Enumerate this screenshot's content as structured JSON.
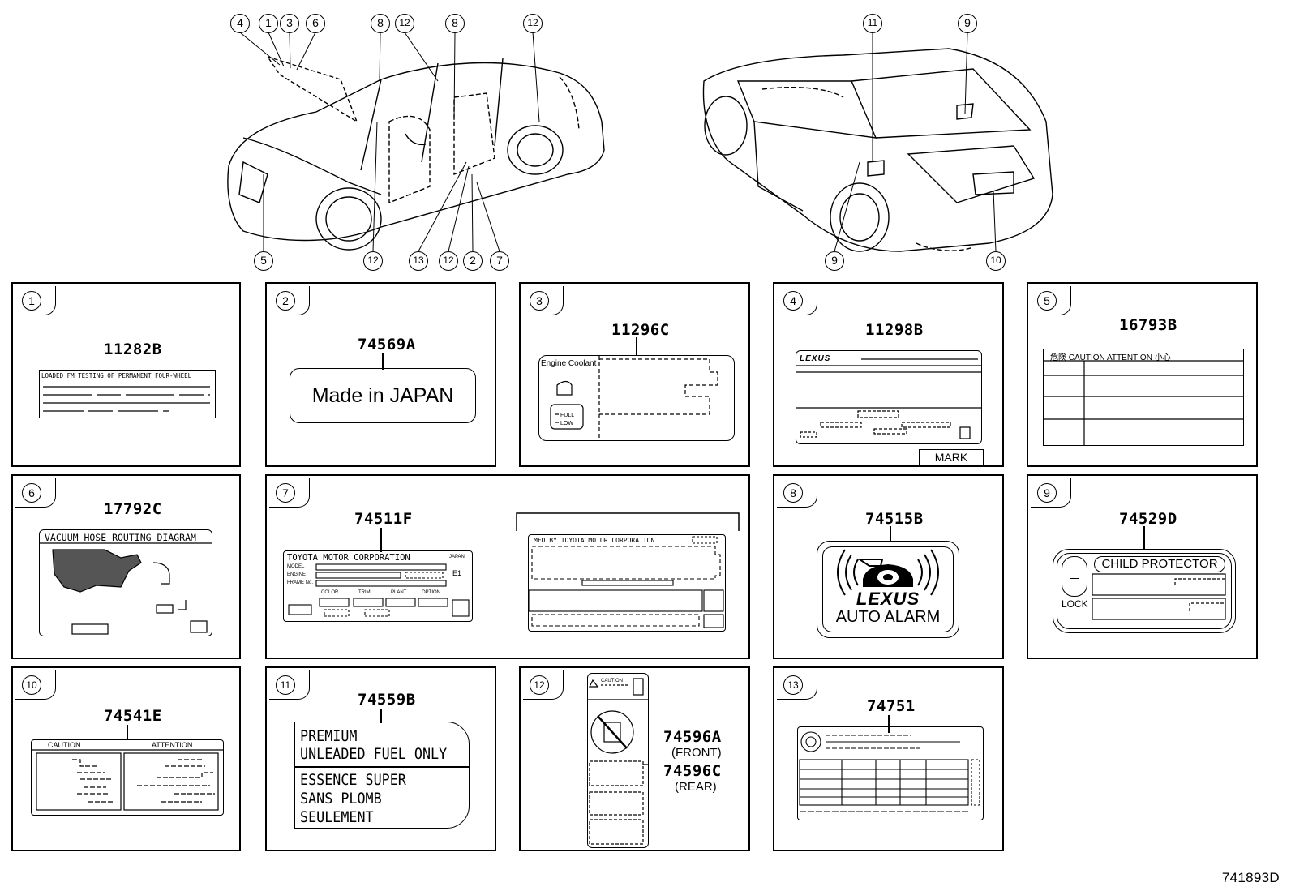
{
  "drawing_id": "741893D",
  "car_callouts": {
    "front_top": [
      "4",
      "1",
      "3",
      "6",
      "8",
      "12",
      "8",
      "12"
    ],
    "front_bottom": [
      "5",
      "12",
      "13",
      "12",
      "2",
      "7"
    ],
    "rear_top": [
      "11",
      "9"
    ],
    "rear_bottom": [
      "9",
      "10"
    ]
  },
  "panels": [
    {
      "num": "1",
      "part": "11282B",
      "text": "LOADED FM TESTING OF PERMANENT FOUR-WHEEL"
    },
    {
      "num": "2",
      "part": "74569A",
      "text": "Made in JAPAN"
    },
    {
      "num": "3",
      "part": "11296C",
      "text": "Engine Coolant",
      "full": "FULL",
      "low": "LOW"
    },
    {
      "num": "4",
      "part": "11298B",
      "brand": "LEXUS",
      "mark": "MARK"
    },
    {
      "num": "5",
      "part": "16793B",
      "text": "危険  CAUTION ATTENTION 小心"
    },
    {
      "num": "6",
      "part": "17792C",
      "text": "VACUUM HOSE ROUTING DIAGRAM"
    },
    {
      "num": "7",
      "part": "74511F",
      "maker": "TOYOTA MOTOR CORPORATION",
      "japan": "JAPAN",
      "fields": [
        "MODEL",
        "ENGINE",
        "FRAME No."
      ],
      "codes": [
        "COLOR",
        "TRIM",
        "PLANT",
        "OPTION"
      ],
      "e1": "E1",
      "alt_maker": "MFD BY TOYOTA MOTOR CORPORATION"
    },
    {
      "num": "8",
      "part": "74515B",
      "brand": "LEXUS",
      "text": "AUTO ALARM"
    },
    {
      "num": "9",
      "part": "74529D",
      "text": "CHILD PROTECTOR",
      "lock": "LOCK"
    },
    {
      "num": "10",
      "part": "74541E",
      "caution": "CAUTION",
      "attention": "ATTENTION"
    },
    {
      "num": "11",
      "part": "74559B",
      "lines": [
        "PREMIUM",
        "UNLEADED FUEL ONLY",
        "ESSENCE SUPER",
        "SANS PLOMB",
        "SEULEMENT"
      ]
    },
    {
      "num": "12",
      "part_front": "74596A",
      "front": "(FRONT)",
      "part_rear": "74596C",
      "rear": "(REAR)",
      "caution": "CAUTION"
    },
    {
      "num": "13",
      "part": "74751"
    }
  ]
}
